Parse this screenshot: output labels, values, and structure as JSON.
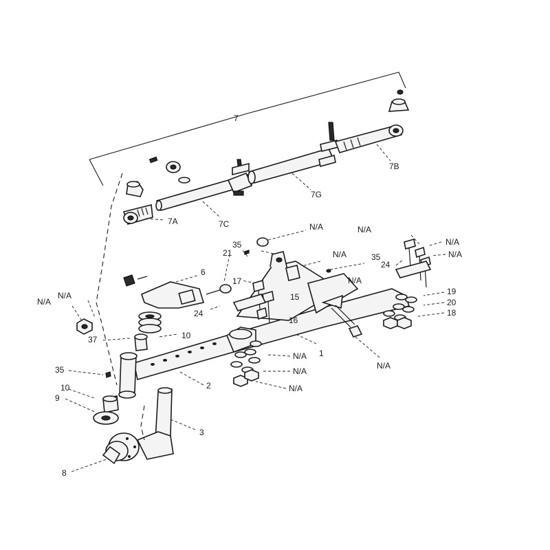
{
  "callouts": {
    "c7": "7",
    "c7A": "7A",
    "c7B": "7B",
    "c7C": "7C",
    "c7G": "7G",
    "c6": "6",
    "c21": "21",
    "c35_top": "35",
    "c35_right": "35",
    "c35_left": "35",
    "c17": "17",
    "c15": "15",
    "c16": "16",
    "c24_left": "24",
    "c24_right": "24",
    "c1": "1",
    "c2": "2",
    "c3": "3",
    "c8": "8",
    "c9": "9",
    "c10_left": "10",
    "c10_mid": "10",
    "c37": "37",
    "c18": "18",
    "c19": "19",
    "c20": "20",
    "na_top_left": "N/A",
    "na_left_1": "N/A",
    "na_left_2": "N/A",
    "na_top_right": "N/A",
    "na_right_1": "N/A",
    "na_right_2": "N/A",
    "na_mid_1": "N/A",
    "na_mid_2": "N/A",
    "na_bolt": "N/A",
    "na_nut_1": "N/A",
    "na_nut_2": "N/A",
    "na_nut_3": "N/A"
  }
}
